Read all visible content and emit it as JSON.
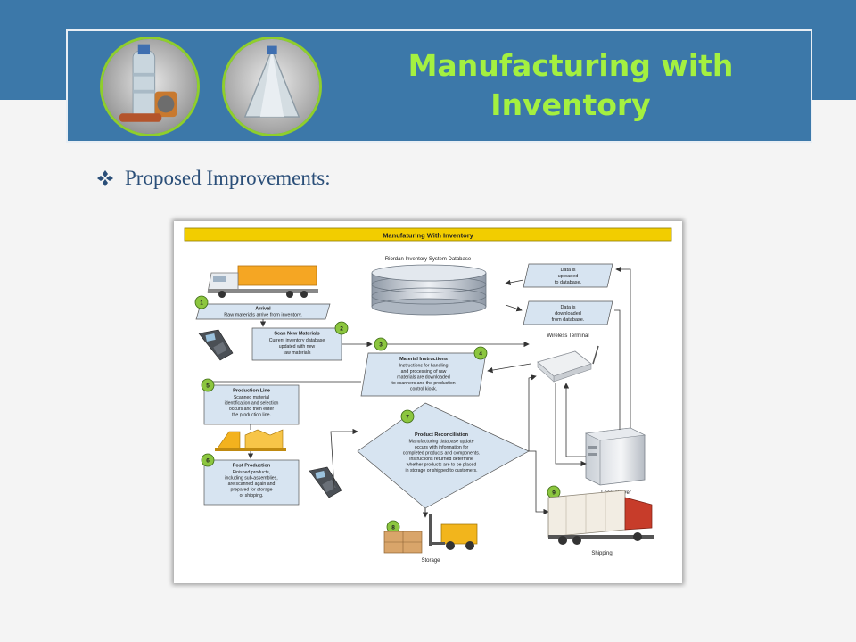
{
  "slide": {
    "title_line1": "Manufacturing with",
    "title_line2": "Inventory",
    "bullet": "Proposed Improvements:"
  },
  "colors": {
    "band": "#3c78a9",
    "title": "#a4f040",
    "circle_border": "#8fce2c",
    "bullet_text": "#2a4e78",
    "diagram_header": "#f2cd00",
    "step_badge": "#8cc63f",
    "box_fill": "#d7e4f1"
  },
  "diagram": {
    "header": "Manufaturing With Inventory",
    "database_label": "Riordan Inventory System Database",
    "uploaded_note": [
      "Data is",
      "uploaded",
      "to database."
    ],
    "downloaded_note": [
      "Data is",
      "downloaded",
      "from database."
    ],
    "wireless_terminal": "Wireless Terminal",
    "local_server": "Local Server",
    "storage_label": "Storage",
    "shipping_label": "Shipping",
    "steps": [
      {
        "num": "1",
        "title": "Arrival",
        "lines": [
          "Raw materials arrive from inventory."
        ]
      },
      {
        "num": "2",
        "title": "Scan New Materials",
        "lines": [
          "Current inventory database",
          "updated with new",
          "raw materials"
        ]
      },
      {
        "num": "3"
      },
      {
        "num": "4",
        "title": "Material Instructions",
        "lines": [
          "Instructions for handling",
          "and processing of raw",
          "materials are downloaded",
          "to scanners and the production",
          "control kiosk."
        ]
      },
      {
        "num": "5",
        "title": "Production Line",
        "lines": [
          "Scanned material",
          "identification and selection",
          "occurs and then enter",
          "the production line."
        ]
      },
      {
        "num": "6",
        "title": "Post Production",
        "lines": [
          "Finished products,",
          "including sub-assemblies,",
          "are scanned again and",
          "prepared for storage",
          "or shipping."
        ]
      },
      {
        "num": "7",
        "title": "Product Reconciliation",
        "lines": [
          "Manufacturing database update",
          "occurs with information for",
          "completed products and components.",
          "Instructions returned determine",
          "whether products are to be placed",
          "in storage or shipped to customers."
        ]
      },
      {
        "num": "8"
      },
      {
        "num": "9"
      }
    ]
  }
}
